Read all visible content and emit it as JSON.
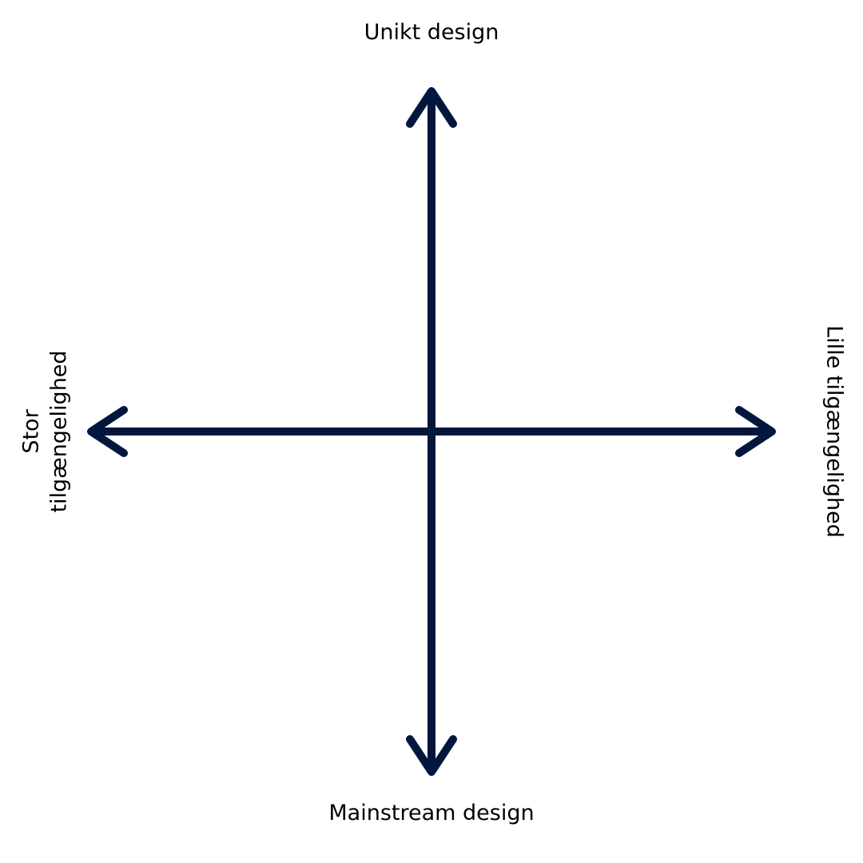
{
  "colors": {
    "arrow": "#04163e",
    "text": "#000000",
    "background": "#ffffff"
  },
  "labels": {
    "top": "Unikt design",
    "bottom": "Mainstream design",
    "left_line1": "Stor",
    "left_line2": "tilgængelighed",
    "right": "Lille tilgængelighed"
  }
}
